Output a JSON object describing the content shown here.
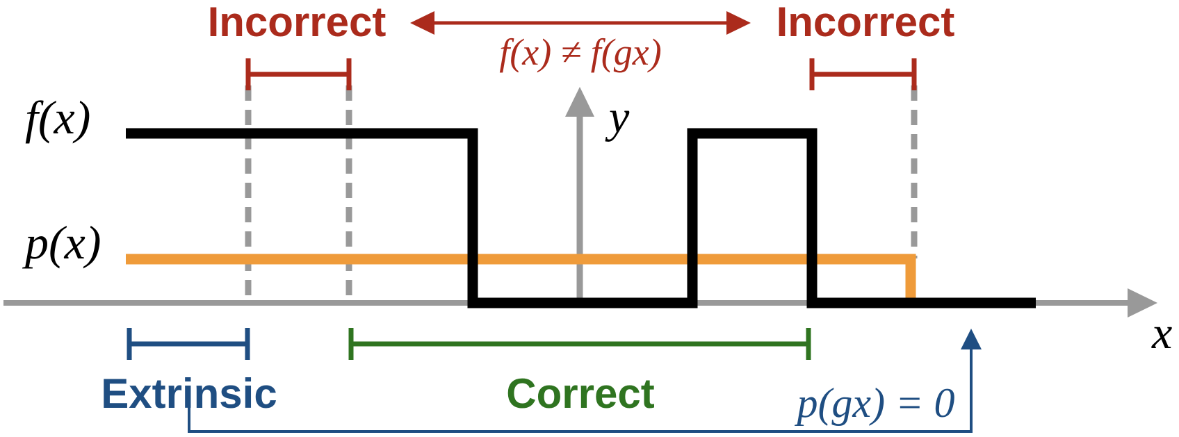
{
  "labels": {
    "f_of_x": "f(x)",
    "p_of_x": "p(x)",
    "y_axis": "y",
    "x_axis": "x",
    "incorrect_left": "Incorrect",
    "incorrect_right": "Incorrect",
    "inequality": "f(x) ≠ f(gx)",
    "extrinsic": "Extrinsic",
    "correct": "Correct",
    "p_gx_zero": "p(gx) = 0"
  },
  "colors": {
    "incorrect": "#ab2b1c",
    "extrinsic": "#1f4e82",
    "correct": "#2f7420",
    "axis": "#999999",
    "f_curve": "#000000",
    "p_curve": "#ef9b3a",
    "text": "#000000"
  },
  "icons": {
    "double_arrow": "double-headed-arrow-icon",
    "axis_arrow": "arrowhead-icon"
  }
}
